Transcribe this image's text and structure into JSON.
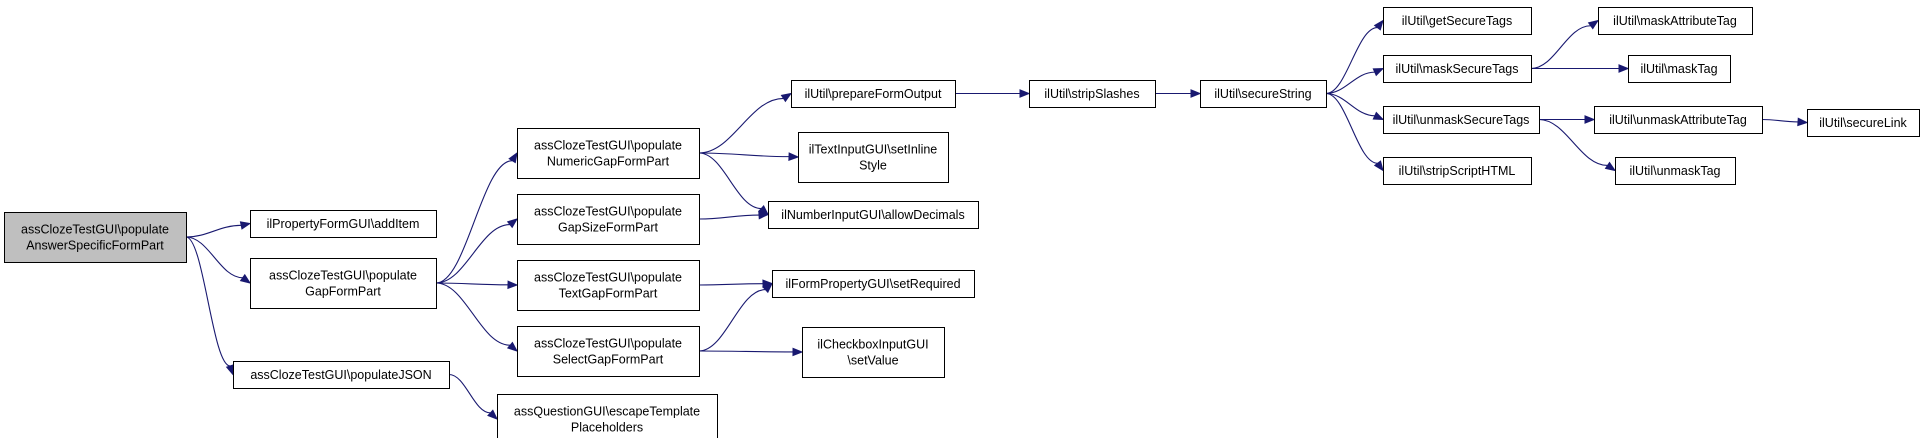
{
  "diagram": {
    "type": "call-graph",
    "colors": {
      "edge": "#191970",
      "root_fill": "#bfbfbf",
      "node_fill": "#ffffff",
      "node_border": "#000000"
    },
    "nodes": [
      {
        "id": "root",
        "lines": [
          "assClozeTestGUI\\populate",
          "AnswerSpecificFormPart"
        ]
      },
      {
        "id": "additem",
        "lines": [
          "ilPropertyFormGUI\\addItem"
        ]
      },
      {
        "id": "gapform",
        "lines": [
          "assClozeTestGUI\\populate",
          "GapFormPart"
        ]
      },
      {
        "id": "json",
        "lines": [
          "assClozeTestGUI\\populateJSON"
        ]
      },
      {
        "id": "numeric",
        "lines": [
          "assClozeTestGUI\\populate",
          "NumericGapFormPart"
        ]
      },
      {
        "id": "gapsize",
        "lines": [
          "assClozeTestGUI\\populate",
          "GapSizeFormPart"
        ]
      },
      {
        "id": "textgap",
        "lines": [
          "assClozeTestGUI\\populate",
          "TextGapFormPart"
        ]
      },
      {
        "id": "selectgap",
        "lines": [
          "assClozeTestGUI\\populate",
          "SelectGapFormPart"
        ]
      },
      {
        "id": "escape",
        "lines": [
          "assQuestionGUI\\escapeTemplate",
          "Placeholders"
        ]
      },
      {
        "id": "prepare",
        "lines": [
          "ilUtil\\prepareFormOutput"
        ]
      },
      {
        "id": "textinline",
        "lines": [
          "ilTextInputGUI\\setInline",
          "Style"
        ]
      },
      {
        "id": "allowdec",
        "lines": [
          "ilNumberInputGUI\\allowDecimals"
        ]
      },
      {
        "id": "setreq",
        "lines": [
          "ilFormPropertyGUI\\setRequired"
        ]
      },
      {
        "id": "checkbox",
        "lines": [
          "ilCheckboxInputGUI",
          "\\setValue"
        ]
      },
      {
        "id": "strip",
        "lines": [
          "ilUtil\\stripSlashes"
        ]
      },
      {
        "id": "secure",
        "lines": [
          "ilUtil\\secureString"
        ]
      },
      {
        "id": "getsecure",
        "lines": [
          "ilUtil\\getSecureTags"
        ]
      },
      {
        "id": "masksecure",
        "lines": [
          "ilUtil\\maskSecureTags"
        ]
      },
      {
        "id": "unmasksecure",
        "lines": [
          "ilUtil\\unmaskSecureTags"
        ]
      },
      {
        "id": "stripscript",
        "lines": [
          "ilUtil\\stripScriptHTML"
        ]
      },
      {
        "id": "maskattr",
        "lines": [
          "ilUtil\\maskAttributeTag"
        ]
      },
      {
        "id": "masktag",
        "lines": [
          "ilUtil\\maskTag"
        ]
      },
      {
        "id": "unmaskattr",
        "lines": [
          "ilUtil\\unmaskAttributeTag"
        ]
      },
      {
        "id": "unmasktag",
        "lines": [
          "ilUtil\\unmaskTag"
        ]
      },
      {
        "id": "securelink",
        "lines": [
          "ilUtil\\secureLink"
        ]
      }
    ],
    "edges": [
      [
        "root",
        "additem"
      ],
      [
        "root",
        "gapform"
      ],
      [
        "root",
        "json"
      ],
      [
        "gapform",
        "numeric"
      ],
      [
        "gapform",
        "gapsize"
      ],
      [
        "gapform",
        "textgap"
      ],
      [
        "gapform",
        "selectgap"
      ],
      [
        "json",
        "escape"
      ],
      [
        "numeric",
        "prepare"
      ],
      [
        "numeric",
        "textinline"
      ],
      [
        "numeric",
        "allowdec"
      ],
      [
        "gapsize",
        "allowdec"
      ],
      [
        "textgap",
        "setreq"
      ],
      [
        "selectgap",
        "setreq"
      ],
      [
        "selectgap",
        "checkbox"
      ],
      [
        "prepare",
        "strip"
      ],
      [
        "strip",
        "secure"
      ],
      [
        "secure",
        "getsecure"
      ],
      [
        "secure",
        "masksecure"
      ],
      [
        "secure",
        "unmasksecure"
      ],
      [
        "secure",
        "stripscript"
      ],
      [
        "masksecure",
        "maskattr"
      ],
      [
        "masksecure",
        "masktag"
      ],
      [
        "unmasksecure",
        "unmaskattr"
      ],
      [
        "unmasksecure",
        "unmasktag"
      ],
      [
        "unmaskattr",
        "securelink"
      ]
    ]
  }
}
